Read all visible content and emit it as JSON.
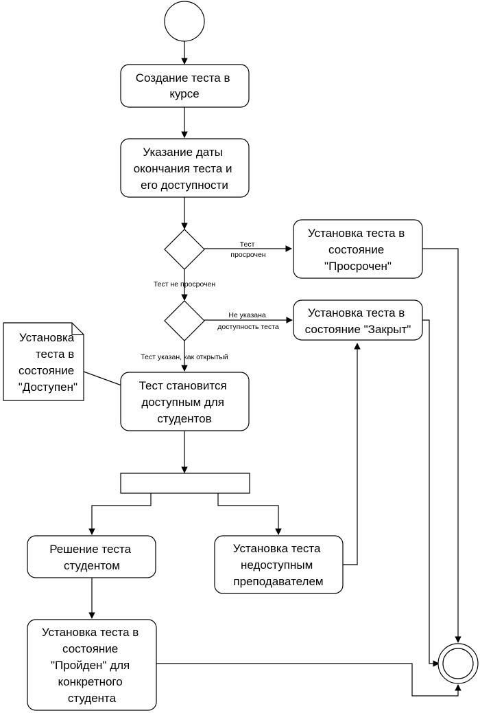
{
  "nodes": {
    "create_test": [
      "Создание теста в",
      "курсе"
    ],
    "set_deadline": [
      "Указание даты",
      "окончания теста и",
      "его доступности"
    ],
    "set_overdue": [
      "Установка теста в",
      "состояние",
      "\"Просрочен\""
    ],
    "set_closed": [
      "Установка теста в",
      "состояние \"Закрыт\""
    ],
    "note_available": [
      "Установка",
      "теста в",
      "состояние",
      "\"Доступен\""
    ],
    "becomes_available": [
      "Тест становится",
      "доступным для",
      "студентов"
    ],
    "solve_test": [
      "Решение теста",
      "студентом"
    ],
    "teacher_unavailable": [
      "Установка теста",
      "недоступным",
      "преподавателем"
    ],
    "set_passed": [
      "Установка теста в",
      "состояние",
      "\"Пройден\" для",
      "конкретного",
      "студента"
    ]
  },
  "edge_labels": {
    "overdue": [
      "Тест",
      "просрочен"
    ],
    "not_overdue": [
      "Тест не просрочен"
    ],
    "no_availability": [
      "Не указана",
      "доступность теста"
    ],
    "specified_open": [
      "Тест указан, как открытый"
    ]
  }
}
